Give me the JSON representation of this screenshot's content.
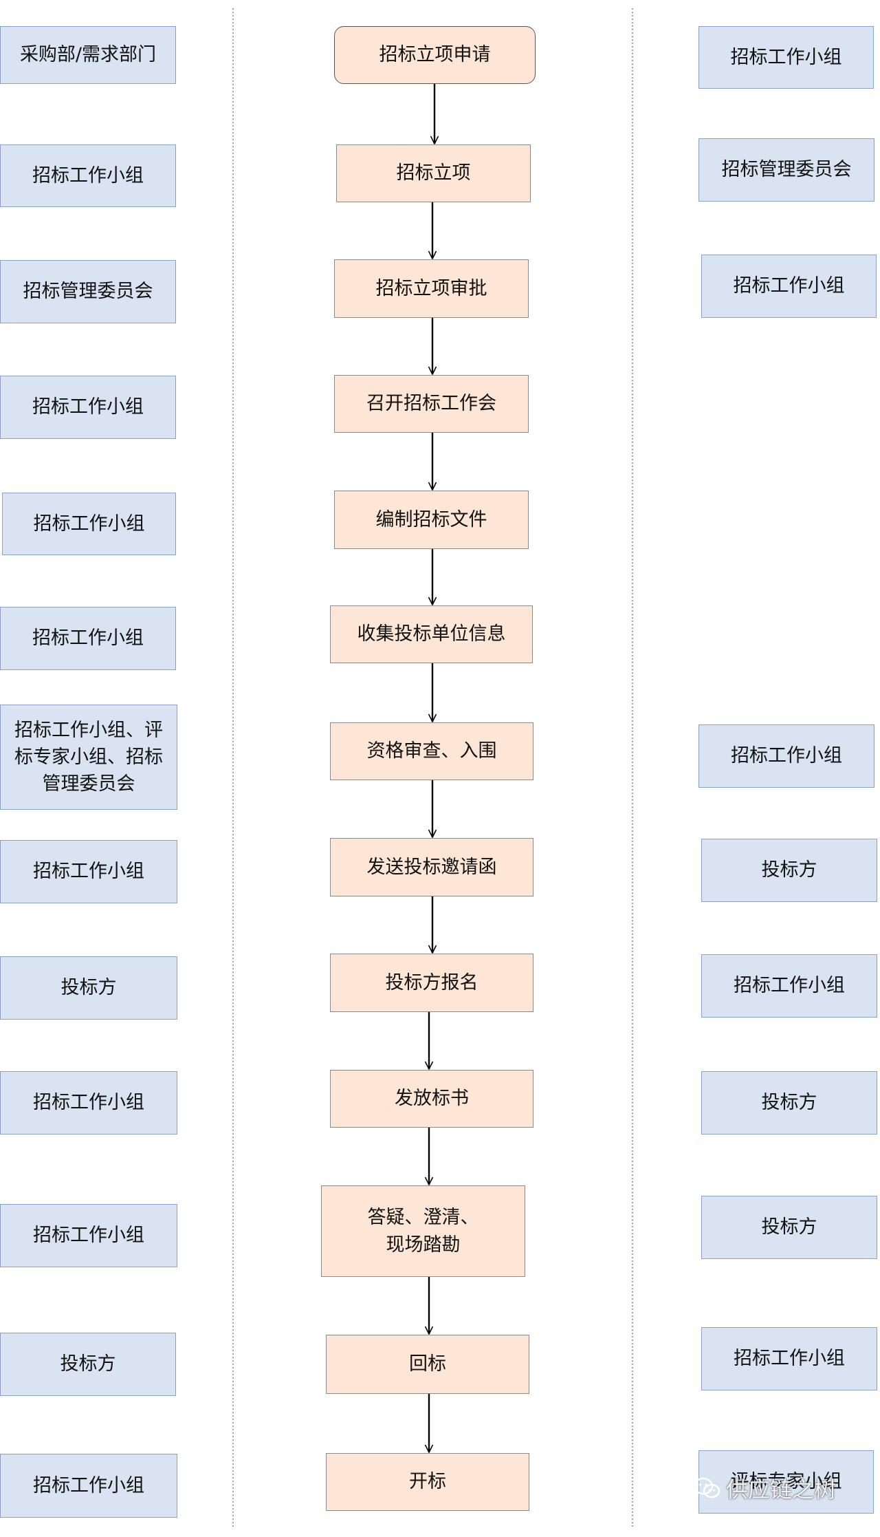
{
  "diagram": {
    "steps": [
      "招标立项申请",
      "招标立项",
      "招标立项审批",
      "召开招标工作会",
      "编制招标文件",
      "收集投标单位信息",
      "资格审查、入围",
      "发送投标邀请函",
      "投标方报名",
      "发放标书",
      "答疑、澄清、\n现场踏勘",
      "回标",
      "开标"
    ],
    "left_roles": [
      "采购部/需求部门",
      "招标工作小组",
      "招标管理委员会",
      "招标工作小组",
      "招标工作小组",
      "招标工作小组",
      "招标工作小组、评\n标专家小组、招标\n管理委员会",
      "招标工作小组",
      "投标方",
      "招标工作小组",
      "招标工作小组",
      "投标方",
      "招标工作小组"
    ],
    "right_roles": [
      "招标工作小组",
      "招标管理委员会",
      "招标工作小组",
      "招标工作小组",
      "投标方",
      "招标工作小组",
      "投标方",
      "投标方",
      "招标工作小组",
      "评标专家小组"
    ],
    "colors": {
      "step_fill": "#fde6d5",
      "role_fill": "#dae3f1",
      "role_border": "#8aa2c8",
      "divider": "#6f8fc7",
      "arrow": "#000000"
    }
  },
  "watermark": {
    "icon": "wechat-icon",
    "text": "供应链之树"
  }
}
